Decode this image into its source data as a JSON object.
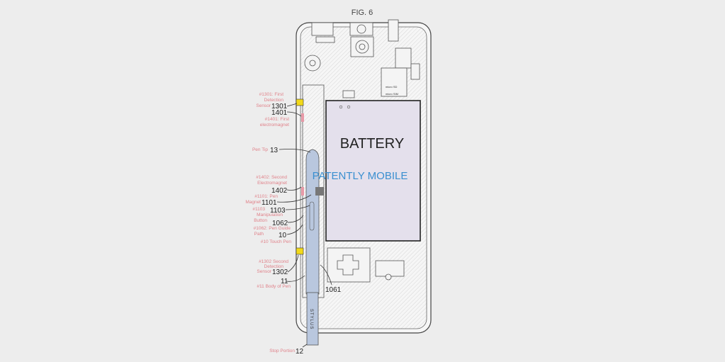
{
  "figure_title": "FIG. 6",
  "battery_label": "BATTERY",
  "watermark": "PATENTLY MOBILE",
  "sim_labels": {
    "sd": "micro SD",
    "sim": "micro SIM"
  },
  "stylus_label": "STYLUS",
  "colors": {
    "background": "#ededed",
    "battery": "#e4e0ec",
    "pen": "#b9c7de",
    "sensor": "#f2d91a",
    "electromagnet": "#e89aa8",
    "annotation": "#e0828a",
    "watermark": "#3a8fd0"
  },
  "annotations": [
    {
      "lines": [
        "#1301: First",
        "Detection",
        "Sensor"
      ],
      "ref": "1301"
    },
    {
      "lines": [
        "#1401: First",
        "electromagnet"
      ],
      "ref": "1401"
    },
    {
      "lines": [
        "Pen Tip"
      ],
      "ref": "13"
    },
    {
      "lines": [
        "#1402: Second",
        "Electromagnet"
      ],
      "ref": "1402"
    },
    {
      "lines": [
        "#1101: Pen",
        "Magnet"
      ],
      "ref": "1101"
    },
    {
      "lines": [
        "#1103",
        "Manipulation",
        "Button"
      ],
      "ref": "1103"
    },
    {
      "lines": [
        "#1062: Pen Guide",
        "Path"
      ],
      "ref": "1062"
    },
    {
      "lines": [
        "#10 Touch Pen"
      ],
      "ref": "10"
    },
    {
      "lines": [
        "#1302 Second",
        "Detection",
        "Sensor"
      ],
      "ref": "1302"
    },
    {
      "lines": [
        "#11 Body of Pen"
      ],
      "ref": "11"
    },
    {
      "lines": [],
      "ref": "1061"
    },
    {
      "lines": [
        "Stop Portion"
      ],
      "ref": "12"
    }
  ]
}
